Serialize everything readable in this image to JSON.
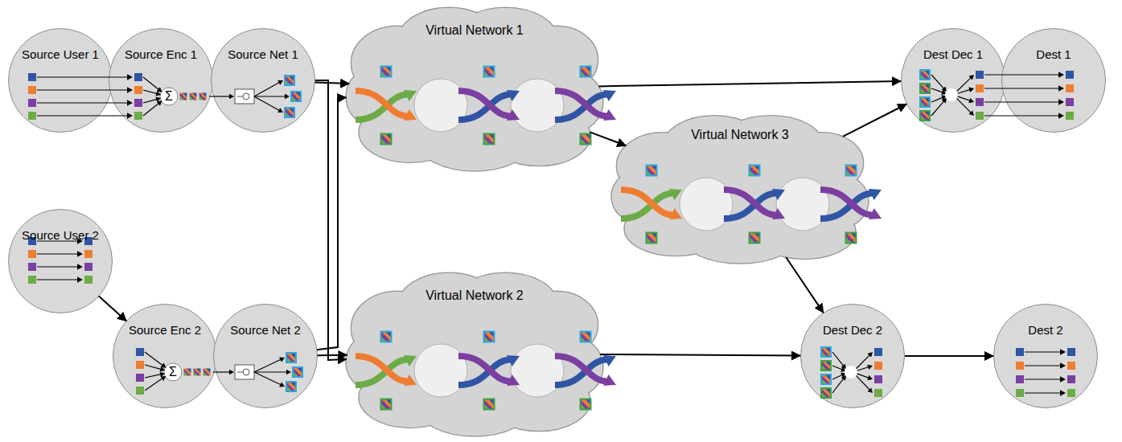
{
  "diagram": {
    "nodes": [
      {
        "text": [
          "Source User 1"
        ]
      },
      {
        "text": [
          "Source Enc 1"
        ]
      },
      {
        "text": [
          "Source Net 1"
        ]
      },
      {
        "text": [
          "Virtual Network 1"
        ]
      },
      {
        "text": [
          "Dest Dec 1"
        ]
      },
      {
        "text": [
          "Dest 1"
        ]
      },
      {
        "text": [
          "Virtual Network 3"
        ]
      },
      {
        "text": [
          "Source User 2"
        ]
      },
      {
        "text": [
          "Source Enc 2"
        ]
      },
      {
        "text": [
          "Source Net 2"
        ]
      },
      {
        "text": [
          "Virtual Network 2"
        ]
      },
      {
        "text": [
          "Dest Dec 2"
        ]
      },
      {
        "text": [
          "Dest 2"
        ]
      }
    ],
    "edges": [
      {
        "from": 2,
        "to": 3,
        "arrow": "to"
      },
      {
        "from": 2,
        "to": 10,
        "arrow": "to"
      },
      {
        "from": 9,
        "to": 3,
        "arrow": "to"
      },
      {
        "from": 9,
        "to": 10,
        "arrow": "to"
      },
      {
        "from": 3,
        "to": 4,
        "arrow": "to"
      },
      {
        "from": 3,
        "to": 6,
        "arrow": "to"
      },
      {
        "from": 6,
        "to": 4,
        "arrow": "to"
      },
      {
        "from": 6,
        "to": 11,
        "arrow": "to"
      },
      {
        "from": 10,
        "to": 11,
        "arrow": "to"
      },
      {
        "from": 7,
        "to": 8,
        "arrow": "to"
      },
      {
        "from": 11,
        "to": 12,
        "arrow": "to"
      }
    ],
    "labels": [
      "Σ",
      "Σ"
    ]
  }
}
